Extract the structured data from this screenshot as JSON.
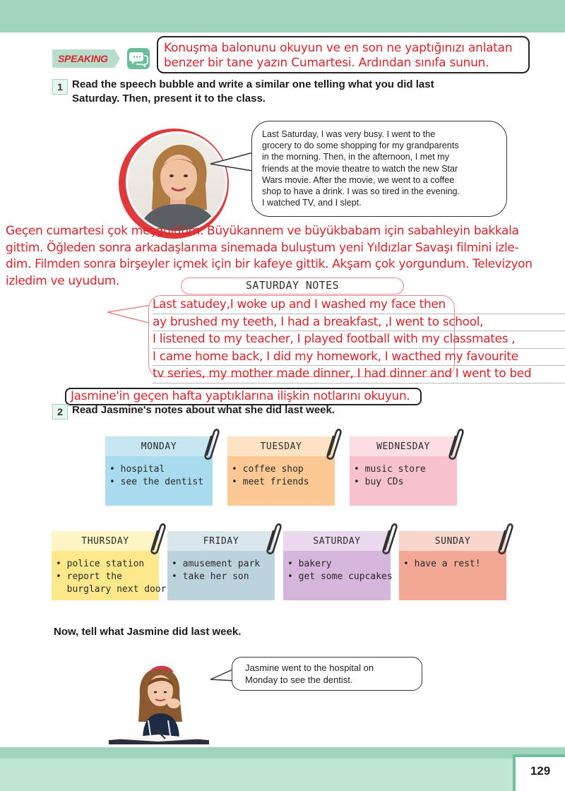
{
  "speaking": {
    "tag": "SPEAKING",
    "translation_lines": [
      "Konuşma balonunu okuyun ve en son ne yaptığınızı anlatan",
      "benzer bir tane yazın Cumartesi. Ardından sınıfa sunun."
    ]
  },
  "task1": {
    "number": "1",
    "lines": [
      "Read the speech bubble and write a similar one telling what you did last",
      "Saturday. Then, present it to the class."
    ]
  },
  "bubble1": {
    "lines": [
      "Last Saturday, I was very busy. I went to the",
      "grocery to do some shopping for my grandparents",
      "in the morning. Then, in the afternoon, I met my",
      "friends at the movie theatre to watch the new Star",
      "Wars movie. After the movie, we went to a coffee",
      "shop to have a drink. I was so tired in the evening.",
      "I watched TV, and I slept."
    ]
  },
  "turkish_paragraph": {
    "lines": [
      "Geçen cumartesi çok meşguldüm. Büyükannem ve büyükbabam için sabahleyin bakkala",
      "gittim.  Öğleden sonra arkadaşlarıma sinemada buluştum yeni Yıldızlar Savaşı filmini izle-",
      "dim. Filmden sonra birşeyler içmek için bir kafeye gittik. Akşam çok yorgundum. Televizyon",
      "izledim ve uyudum."
    ]
  },
  "saturday_notes": {
    "title": "SATURDAY NOTES",
    "lines": [
      "Last satudey,I woke up and I washed my face then",
      "ay brushed my teeth, I had a breakfast, ,I went to school,",
      "I listened to my teacher, I played football with  my classmates ,",
      " I came home back, I did my homework, I wacthed  my favourite",
      "tv series, my mother made dinner, I had dinner and  I went to bed"
    ]
  },
  "task2": {
    "translation": "Jasmine'in geçen hafta yaptıklarına ilişkin notlarını okuyun.",
    "number": "2",
    "text": "Read Jasmine's notes about what she did last week."
  },
  "notes": [
    {
      "day": "MONDAY",
      "items": [
        "hospital",
        "see the dentist"
      ],
      "head_color": "#c6e7f2",
      "body_color": "#a9dbef"
    },
    {
      "day": "TUESDAY",
      "items": [
        "coffee shop",
        "meet friends"
      ],
      "head_color": "#fde2c3",
      "body_color": "#fcc893"
    },
    {
      "day": "WEDNESDAY",
      "items": [
        "music store",
        "buy CDs"
      ],
      "head_color": "#fbdde3",
      "body_color": "#f7c2ce"
    },
    {
      "day": "THURSDAY",
      "items": [
        "police station",
        "report the",
        "burglary next door"
      ],
      "head_color": "#fef5c4",
      "body_color": "#fde98b"
    },
    {
      "day": "FRIDAY",
      "items": [
        "amusement park",
        "take her son"
      ],
      "head_color": "#d9e6ec",
      "body_color": "#bdd3dc"
    },
    {
      "day": "SATURDAY",
      "items": [
        "bakery",
        "get some cupcakes"
      ],
      "head_color": "#ead9ee",
      "body_color": "#d7b6de"
    },
    {
      "day": "SUNDAY",
      "items": [
        "have a rest!"
      ],
      "head_color": "#f9d6cc",
      "body_color": "#f3a896"
    }
  ],
  "now_tell": "Now, tell what Jasmine did last week.",
  "bubble2": {
    "lines": [
      "Jasmine went to the hospital on",
      "Monday to see the dentist."
    ]
  },
  "page_number": "129"
}
